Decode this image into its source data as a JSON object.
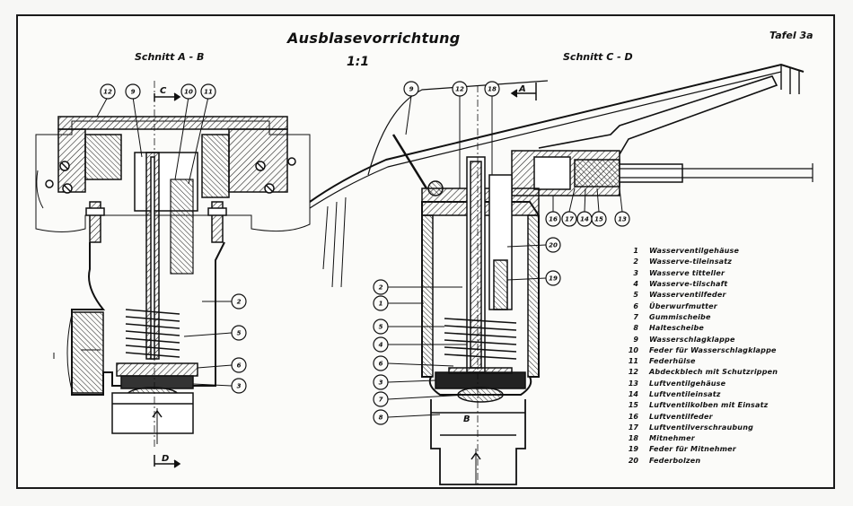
{
  "title": "Ausblasevorrichtung",
  "scale": "1:1",
  "plate": "Tafel 3a",
  "section_left": "Schnitt A - B",
  "section_right": "Schnitt C - D",
  "section_marks": {
    "left_top": "C",
    "left_bottom": "D",
    "right_top": "A",
    "right_bottom": "B"
  },
  "left_callouts": [
    "12",
    "9",
    "10",
    "11",
    "2",
    "5",
    "6",
    "3"
  ],
  "right_callouts_top": [
    "9",
    "12",
    "18"
  ],
  "right_callouts_side": [
    "2",
    "1",
    "5",
    "4",
    "6",
    "3",
    "7",
    "8"
  ],
  "right_callouts_inner": [
    "20",
    "19"
  ],
  "right_callouts_valve": [
    "16",
    "17",
    "14",
    "15",
    "13"
  ],
  "legend": [
    {
      "num": "1",
      "text": "Wasserventilgehäuse"
    },
    {
      "num": "2",
      "text": "Wasserve-tileinsatz"
    },
    {
      "num": "3",
      "text": "Wasserve titteller"
    },
    {
      "num": "4",
      "text": "Wasserve-tilschaft"
    },
    {
      "num": "5",
      "text": "Wasserventilfeder"
    },
    {
      "num": "6",
      "text": "Überwurfmutter"
    },
    {
      "num": "7",
      "text": "Gummischeibe"
    },
    {
      "num": "8",
      "text": "Haltescheibe"
    },
    {
      "num": "9",
      "text": "Wasserschlagklappe"
    },
    {
      "num": "10",
      "text": "Feder für Wasserschlagklappe"
    },
    {
      "num": "11",
      "text": "Federhülse"
    },
    {
      "num": "12",
      "text": "Abdeckblech mit Schutzrippen"
    },
    {
      "num": "13",
      "text": "Luftventilgehäuse"
    },
    {
      "num": "14",
      "text": "Luftventileinsatz"
    },
    {
      "num": "15",
      "text": "Luftventilkolben mit Einsatz"
    },
    {
      "num": "16",
      "text": "Luftventilfeder"
    },
    {
      "num": "17",
      "text": "Luftventilverschraubung"
    },
    {
      "num": "18",
      "text": "Mitnehmer"
    },
    {
      "num": "19",
      "text": "Feder für Mitnehmer"
    },
    {
      "num": "20",
      "text": "Federbolzen"
    }
  ]
}
